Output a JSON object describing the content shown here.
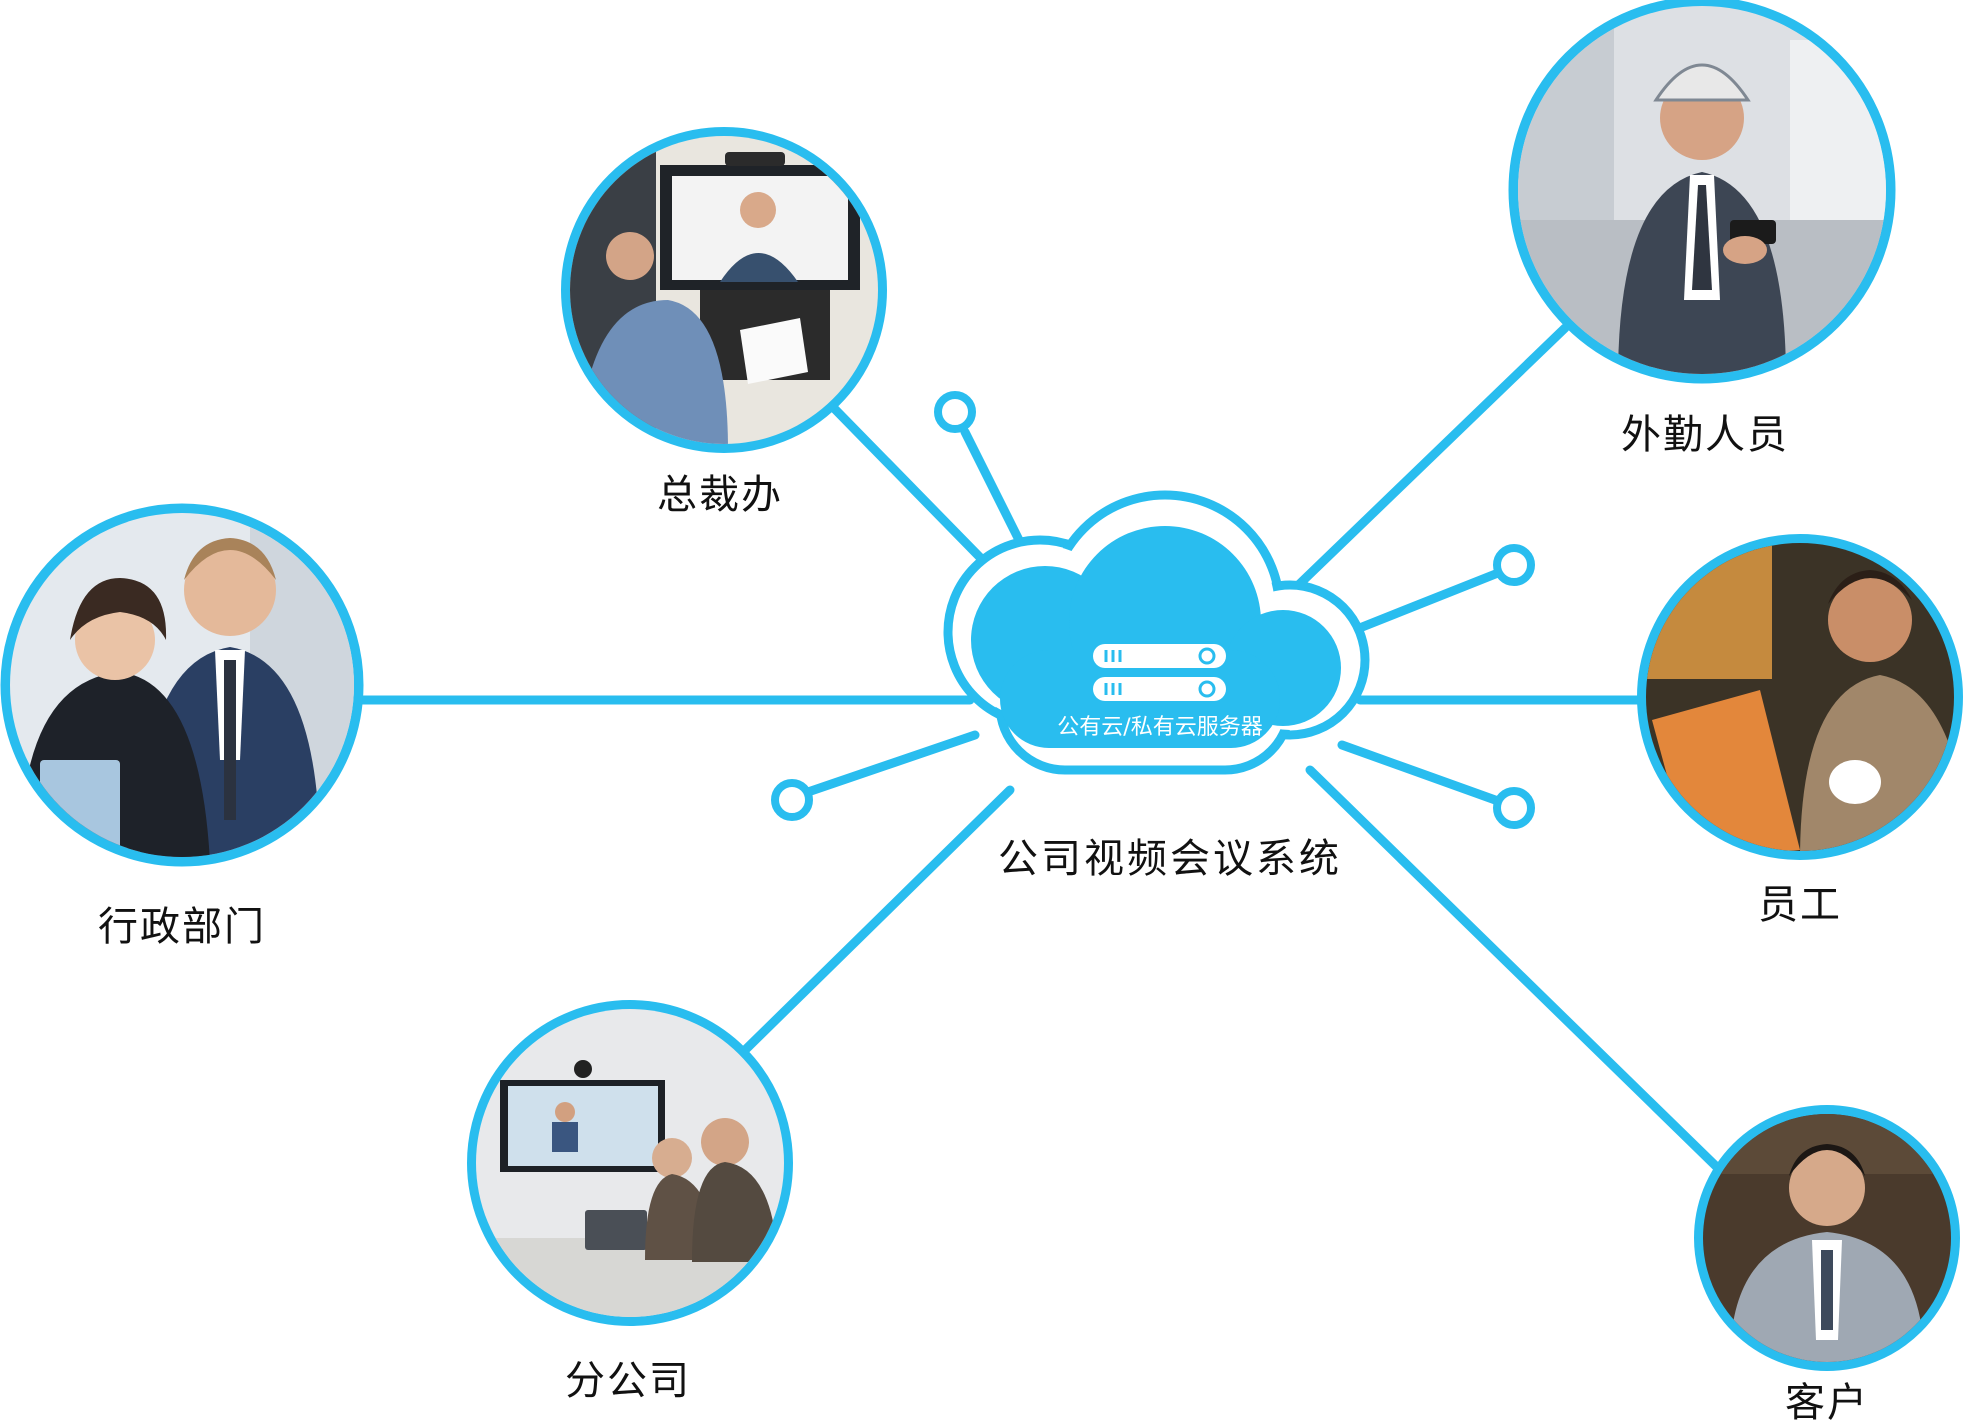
{
  "colors": {
    "accent": "#29BDEF",
    "label": "#111111",
    "background": "#ffffff"
  },
  "center": {
    "icon": "cloud-server-icon",
    "server_label": "公有云/私有云服务器",
    "system_label": "公司视频会议系统"
  },
  "nodes": [
    {
      "id": "president-office",
      "label": "总裁办",
      "photo": "video-call-photo-icon"
    },
    {
      "id": "field-staff",
      "label": "外勤人员",
      "photo": "mobile-worker-photo-icon"
    },
    {
      "id": "administration",
      "label": "行政部门",
      "photo": "business-team-photo-icon"
    },
    {
      "id": "employee",
      "label": "员工",
      "photo": "laptop-worker-photo-icon"
    },
    {
      "id": "branch-office",
      "label": "分公司",
      "photo": "meeting-room-photo-icon"
    },
    {
      "id": "customer",
      "label": "客户",
      "photo": "client-photo-icon"
    }
  ]
}
